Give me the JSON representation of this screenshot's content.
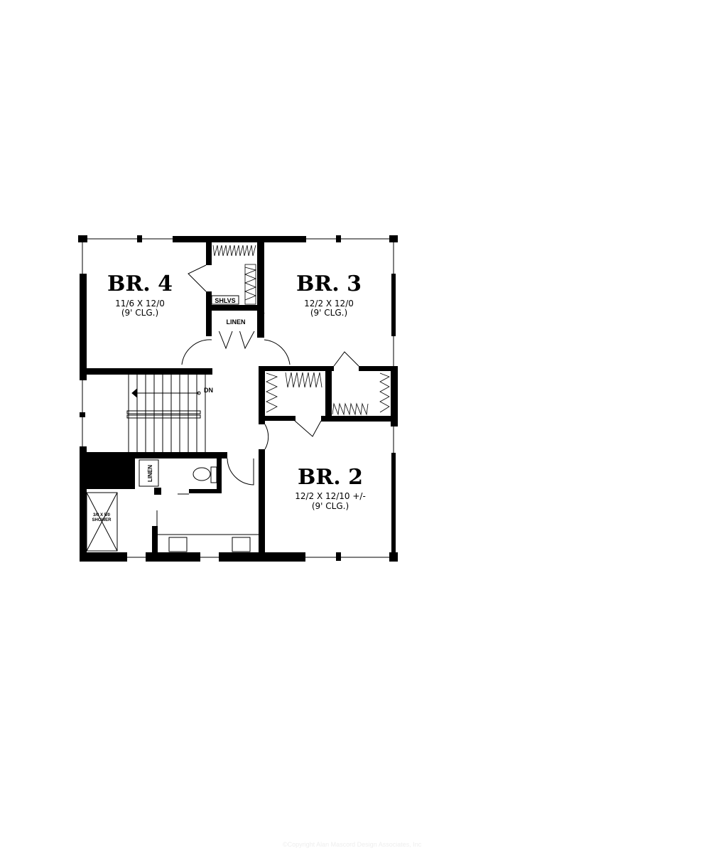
{
  "rooms": {
    "br4": {
      "name": "BR. 4",
      "size": "11/6 X 12/0",
      "ceiling": "(9' CLG.)"
    },
    "br3": {
      "name": "BR. 3",
      "size": "12/2 X 12/0",
      "ceiling": "(9' CLG.)"
    },
    "br2": {
      "name": "BR. 2",
      "size": "12/2 X 12/10 +/-",
      "ceiling": "(9' CLG.)"
    }
  },
  "labels": {
    "shelves": "SHLVS",
    "linen_upper": "LINEN",
    "linen_bath": "LINEN",
    "stair_direction": "DN",
    "shower_size": "3/0 X 5/0",
    "shower": "SHOWER"
  },
  "copyright": "©Copyright Alan Mascord Design Associates, Inc"
}
